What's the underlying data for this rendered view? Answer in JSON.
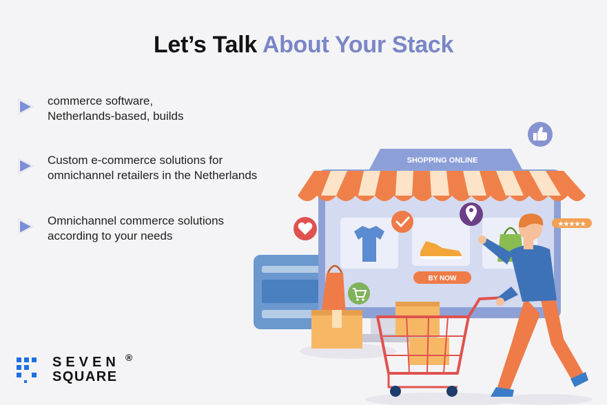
{
  "title": {
    "part1": "Let’s Talk ",
    "part2": "About Your Stack"
  },
  "bullets": [
    {
      "text_line1": "commerce software,",
      "text_line2": "Netherlands-based, builds"
    },
    {
      "text_line1": "Custom e-commerce solutions for",
      "text_line2": "omnichannel retailers in the Netherlands"
    },
    {
      "text_line1": "Omnichannel commerce solutions",
      "text_line2": "according to your needs"
    }
  ],
  "illustration": {
    "banner_label": "SHOPPING ONLINE",
    "button_label": "BY NOW",
    "rating_stars": "★★★★★"
  },
  "logo": {
    "word1": "SEVEN",
    "word2": "SQUARE",
    "registered": "®"
  },
  "colors": {
    "accent": "#7a86c6",
    "bullet_arrow": "#7b8ed6",
    "awning_orange": "#f0804a",
    "awning_cream": "#fde4c8",
    "heart_red": "#e0524f",
    "check_orange": "#ee7b48",
    "location_purple": "#6b3f86",
    "green_circle": "#7fb25b",
    "thumb_blue": "#8793d0"
  }
}
